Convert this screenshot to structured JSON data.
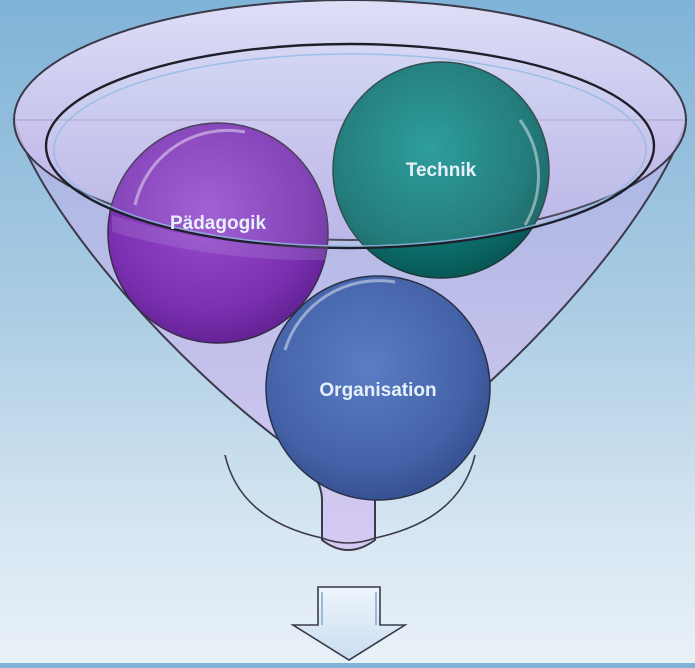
{
  "diagram": {
    "circles": [
      {
        "key": "paedagogik",
        "label": "Pädagogik"
      },
      {
        "key": "technik",
        "label": "Technik"
      },
      {
        "key": "organisation",
        "label": "Organisation"
      }
    ]
  },
  "colors": {
    "background_top": "#7fb3d7",
    "background_bottom": "#e9f1f8",
    "funnel_fill": "#c7b9ea",
    "funnel_outline": "#3a3a4a",
    "paedagogik_fill": "#8a3fc0",
    "technik_fill": "#0f7a78",
    "organisation_fill": "#4a6cb0",
    "label_text": "#e6f0fb",
    "arrow_fill": "#d9e8f7",
    "arrow_outline": "#3a3a4a"
  }
}
